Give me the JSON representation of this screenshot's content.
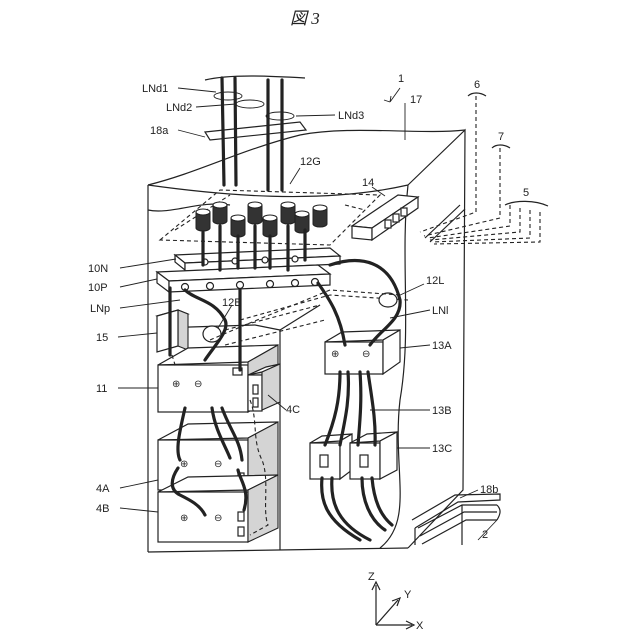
{
  "figure": {
    "title": "図 3",
    "labels": {
      "l1": "1",
      "l17": "17",
      "l6": "6",
      "l7": "7",
      "l5": "5",
      "lnd1": "LNd1",
      "lnd2": "LNd2",
      "lnd3": "LNd3",
      "l18a": "18a",
      "l12g": "12G",
      "l14": "14",
      "l10n": "10N",
      "l10p": "10P",
      "l12l": "12L",
      "lnp": "LNp",
      "l12b": "12B",
      "lnl": "LNl",
      "l15": "15",
      "l13a": "13A",
      "l11": "11",
      "l4c": "4C",
      "l13b": "13B",
      "l13c": "13C",
      "l4a": "4A",
      "l4b": "4B",
      "l18b": "18b",
      "l2": "2"
    },
    "terminal_symbols": {
      "plus": "⊕",
      "minus": "⊖"
    },
    "axes": {
      "z": "Z",
      "y": "Y",
      "x": "X"
    }
  }
}
